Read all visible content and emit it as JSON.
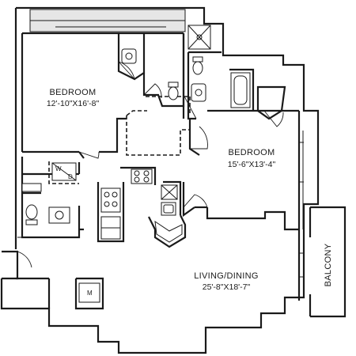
{
  "rooms": {
    "bedroom_left": {
      "name": "BEDROOM",
      "dimensions": "12'-10\"X16'-8\""
    },
    "bedroom_right": {
      "name": "BEDROOM",
      "dimensions": "15'-6\"X13'-4\""
    },
    "living_dining": {
      "name": "LIVING/DINING",
      "dimensions": "25'-8\"X18'-7\""
    },
    "balcony": {
      "name": "BALCONY"
    }
  },
  "appliance_marks": {
    "washer": "W",
    "dryer": "D",
    "microwave": "M"
  }
}
